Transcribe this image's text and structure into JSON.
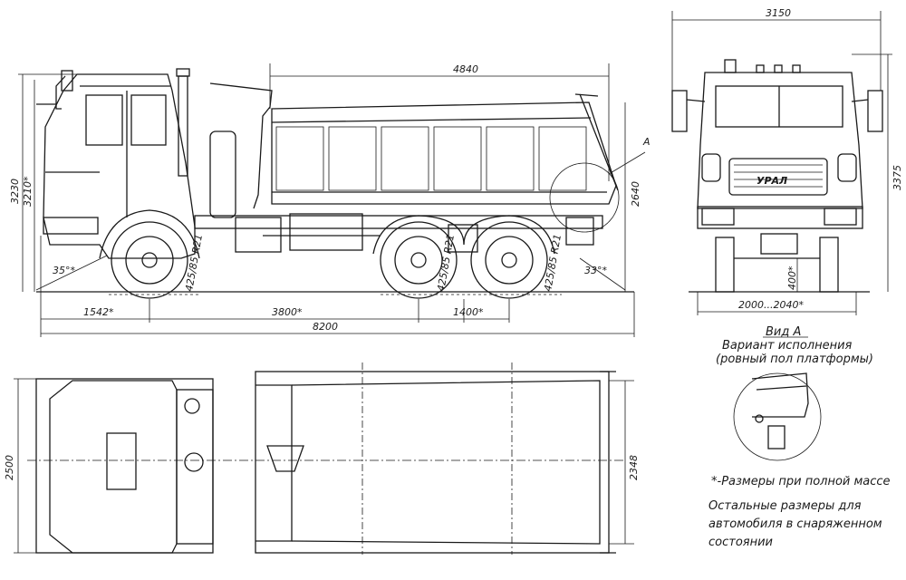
{
  "side_view": {
    "dim_body_length": "4840",
    "dim_total_length": "8200",
    "dim_front_overhang": "1542*",
    "dim_wheelbase": "3800*",
    "dim_rear_axle_spacing": "1400*",
    "dim_height": "3230",
    "dim_height_loaded": "3210*",
    "dim_load_height": "2640",
    "approach_angle": "35°*",
    "departure_angle": "33°*",
    "tire_size": "425/85 R21",
    "callout_A": "A"
  },
  "front_view": {
    "dim_width": "3150",
    "dim_height": "3375",
    "dim_track": "2000...2040*",
    "dim_clearance": "400*",
    "grille_logo": "УРАЛ"
  },
  "top_view": {
    "dim_width": "2500",
    "dim_body_width": "2348"
  },
  "view_a": {
    "title": "Вид А",
    "caption_line1": "Вариант исполнения",
    "caption_line2": "(ровный пол платформы)"
  },
  "notes": {
    "line1": "*-Размеры при полной массе",
    "line2": "Остальные размеры для",
    "line3": "автомобиля в снаряженном",
    "line4": "состоянии"
  }
}
